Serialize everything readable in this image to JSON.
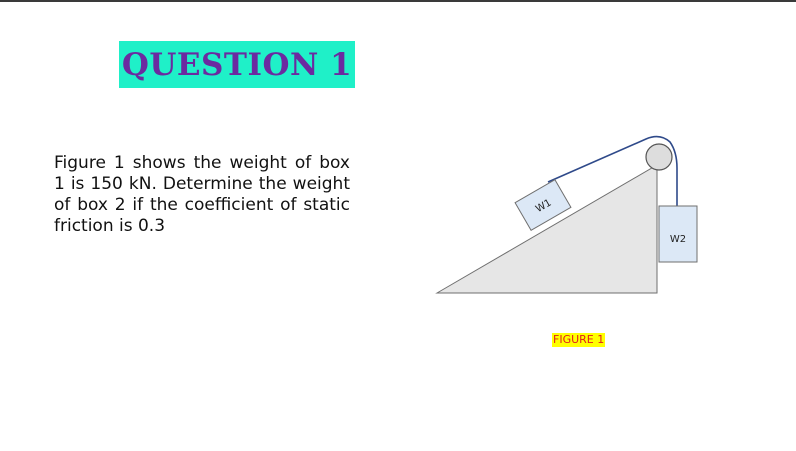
{
  "title": "QUESTION 1",
  "question_text": "Figure 1 shows the weight of box 1 is 150 kN. Determine the weight of box 2 if the coefficient of static friction is 0.3",
  "figure": {
    "box1_label": "W1",
    "box2_label": "W2",
    "caption": "FIGURE 1"
  },
  "colors": {
    "title_background": "#1ff0c8",
    "title_text": "#6b2aa0",
    "caption_highlight": "#ffff00",
    "caption_text": "#e0201a",
    "box_fill": "#dce8f6",
    "rope": "#2f4a8a"
  }
}
